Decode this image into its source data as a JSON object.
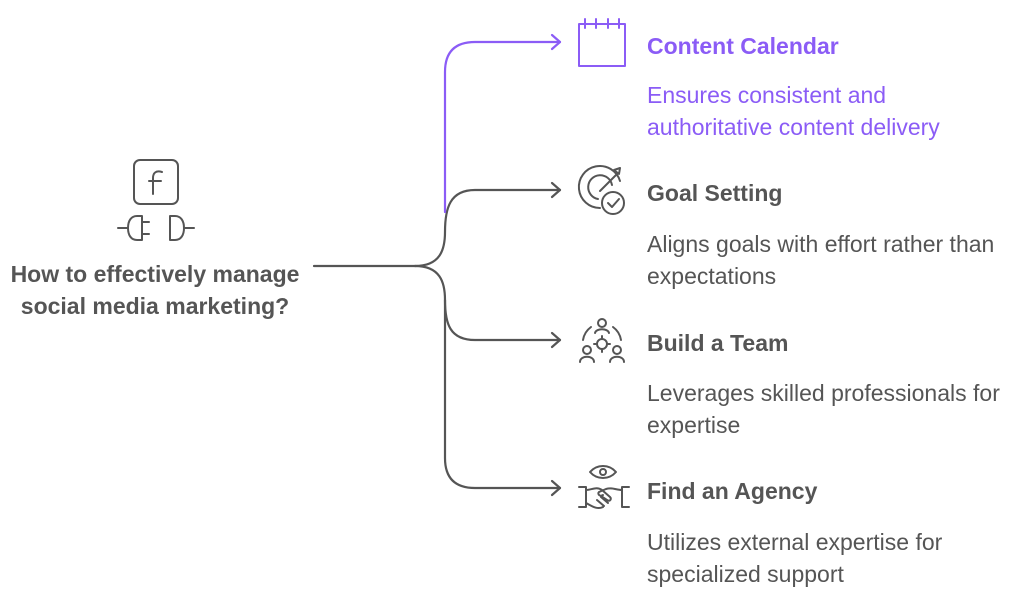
{
  "root": {
    "title": "How to effectively manage social media marketing?",
    "icon": "facebook-plug-icon"
  },
  "accent_color": "#8b5cf6",
  "text_color": "#555555",
  "branches": [
    {
      "title": "Content Calendar",
      "description": "Ensures consistent and authoritative content delivery",
      "icon": "calendar-icon",
      "highlighted": true
    },
    {
      "title": "Goal Setting",
      "description": "Aligns goals with effort rather than expectations",
      "icon": "target-check-icon",
      "highlighted": false
    },
    {
      "title": "Build a Team",
      "description": "Leverages skilled professionals for expertise",
      "icon": "team-gear-icon",
      "highlighted": false
    },
    {
      "title": "Find an Agency",
      "description": "Utilizes external expertise for specialized support",
      "icon": "handshake-eye-icon",
      "highlighted": false
    }
  ]
}
